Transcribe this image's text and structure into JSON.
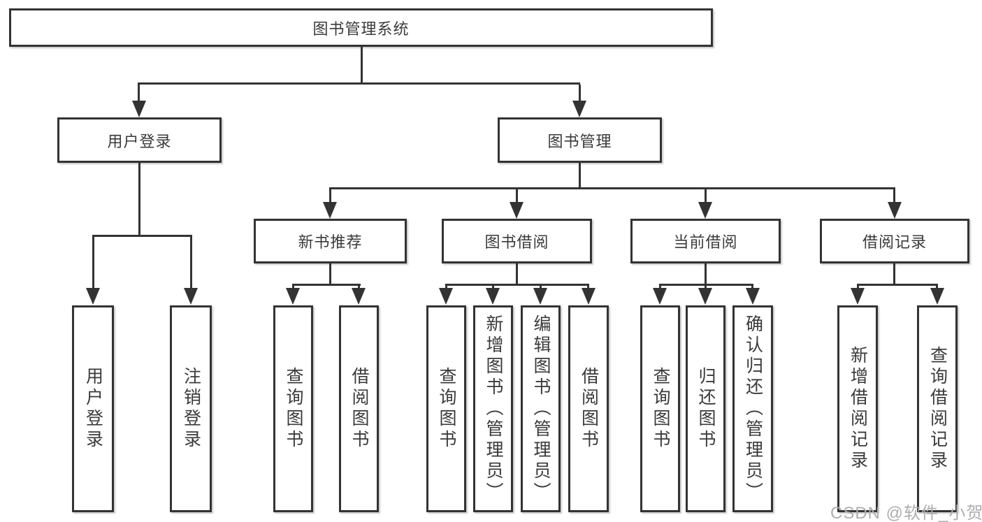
{
  "diagram": {
    "type": "hierarchy-tree",
    "nodes": {
      "root": "图书管理系统",
      "level2": [
        "用户登录",
        "图书管理"
      ],
      "level3": [
        "新书推荐",
        "图书借阅",
        "当前借阅",
        "借阅记录"
      ],
      "leaves_user_login": [
        "用户登录",
        "注销登录"
      ],
      "leaves_new_book": [
        "查询图书",
        "借阅图书"
      ],
      "leaves_book_borrow": [
        "查询图书",
        "新增图书（管理员）",
        "编辑图书（管理员）",
        "借阅图书"
      ],
      "leaves_current_borrow": [
        "查询图书",
        "归还图书",
        "确认归还（管理员）"
      ],
      "leaves_borrow_records": [
        "新增借阅记录",
        "查询借阅记录"
      ]
    },
    "colors": {
      "line": "#333333",
      "text": "#3a3a3a",
      "box_background": "#ffffff",
      "page_background": "#ffffff",
      "watermark": "#aeaeae"
    }
  },
  "watermark": {
    "text": "CSDN @软件_小贺同学"
  }
}
